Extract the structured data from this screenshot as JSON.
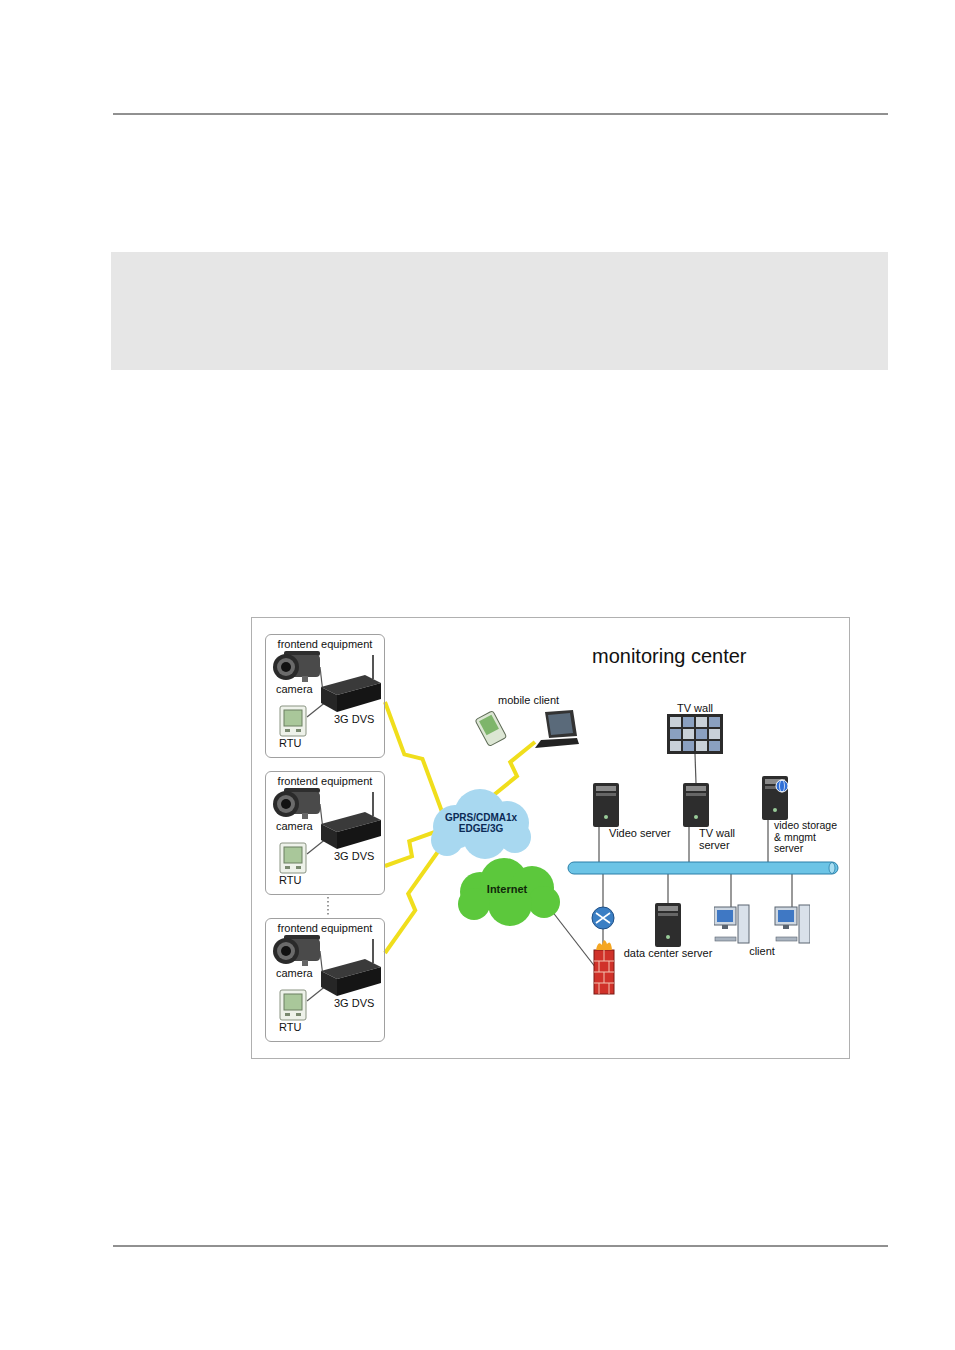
{
  "diagram": {
    "nodes": [
      {
        "text": [
          "frontend equipment"
        ]
      },
      {
        "text": [
          "camera"
        ],
        "in": 0
      },
      {
        "text": [
          "3G DVS"
        ],
        "in": 0
      },
      {
        "text": [
          "RTU"
        ],
        "in": 0
      },
      {
        "text": [
          "frontend equipment"
        ]
      },
      {
        "text": [
          "camera"
        ],
        "in": 4
      },
      {
        "text": [
          "3G DVS"
        ],
        "in": 4
      },
      {
        "text": [
          "RTU"
        ],
        "in": 4
      },
      {
        "text": [
          "frontend equipment"
        ]
      },
      {
        "text": [
          "camera"
        ],
        "in": 8
      },
      {
        "text": [
          "3G DVS"
        ],
        "in": 8
      },
      {
        "text": [
          "RTU"
        ],
        "in": 8
      },
      {
        "text": [
          "mobile client"
        ]
      },
      {
        "text": [
          "TV wall"
        ]
      },
      {
        "text": [
          "GPRS/CDMA1x EDGE/3G"
        ]
      },
      {
        "text": [
          "Video server"
        ]
      },
      {
        "text": [
          "TV wall server"
        ]
      },
      {
        "text": [
          "video storage & mngmt server"
        ]
      },
      {
        "text": [
          "Internet"
        ]
      },
      {
        "text": [
          "data center server"
        ]
      },
      {
        "text": [
          "client"
        ]
      }
    ],
    "edges": [
      {
        "from": 1,
        "to": 2,
        "arrow": "none"
      },
      {
        "from": 3,
        "to": 2,
        "arrow": "none"
      },
      {
        "from": 5,
        "to": 6,
        "arrow": "none"
      },
      {
        "from": 7,
        "to": 6,
        "arrow": "none"
      },
      {
        "from": 9,
        "to": 10,
        "arrow": "none"
      },
      {
        "from": 11,
        "to": 10,
        "arrow": "none"
      },
      {
        "from": 0,
        "to": 14,
        "arrow": "none"
      },
      {
        "from": 4,
        "to": 14,
        "arrow": "none"
      },
      {
        "from": 8,
        "to": 14,
        "arrow": "none"
      },
      {
        "from": 12,
        "to": 14,
        "arrow": "none"
      },
      {
        "from": 13,
        "to": 16,
        "arrow": "none"
      }
    ],
    "labels": [
      "monitoring center"
    ]
  }
}
